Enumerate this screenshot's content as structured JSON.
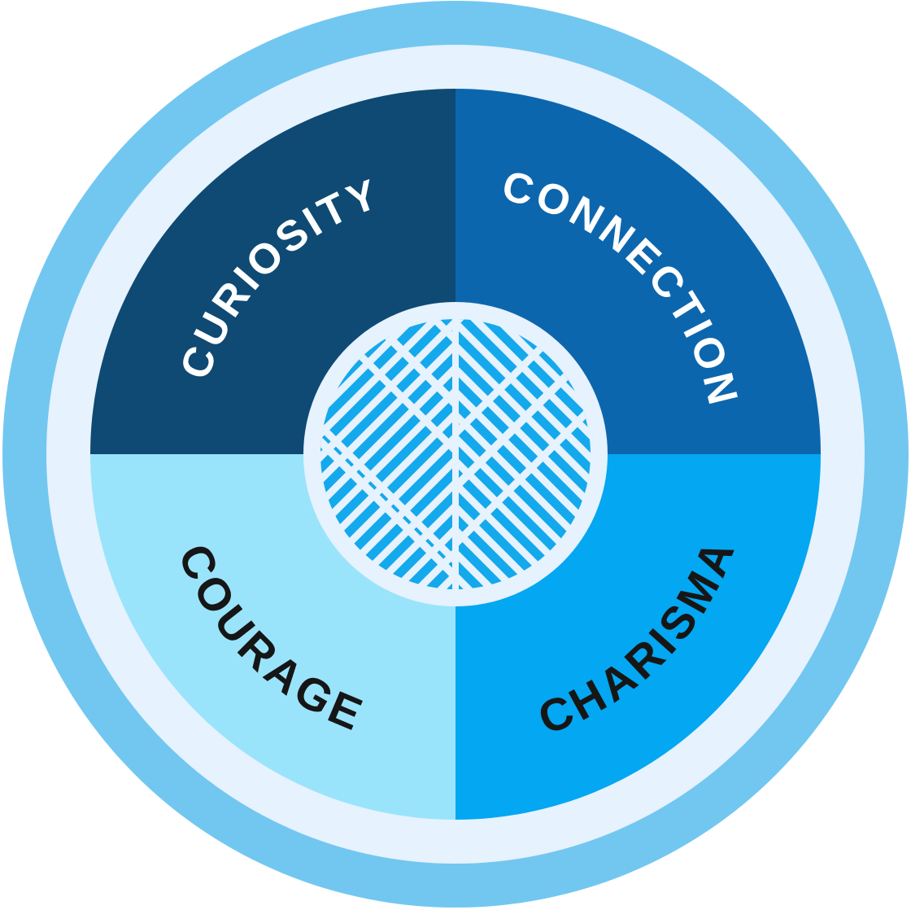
{
  "diagram": {
    "type": "quadrant-wheel",
    "rings": {
      "outer_ring_color": "#72c7f0",
      "spacer_ring_color": "#e6f2fd",
      "hub_color": "#e6f2fd",
      "page_background": "#ffffff"
    },
    "quadrants": [
      {
        "position": "top-left",
        "label": "CURIOSITY",
        "color": "#0e4a73",
        "text_color": "#ffffff"
      },
      {
        "position": "top-right",
        "label": "CONNECTION",
        "color": "#0c66ad",
        "text_color": "#ffffff"
      },
      {
        "position": "bottom-left",
        "label": "COURAGE",
        "color": "#9ae4fb",
        "text_color": "#161616"
      },
      {
        "position": "bottom-right",
        "label": "CHARISMA",
        "color": "#03a7f2",
        "text_color": "#161616"
      }
    ],
    "center_icon": {
      "name": "maze-brain-icon",
      "color": "#14a9ec",
      "background": "#e6f2fd"
    }
  }
}
